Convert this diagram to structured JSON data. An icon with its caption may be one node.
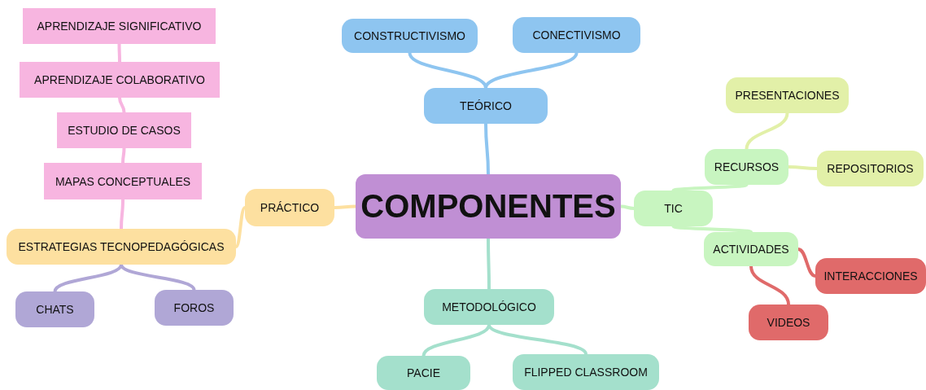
{
  "diagram": {
    "nodes": [
      {
        "text": [
          "COMPONENTES"
        ]
      },
      {
        "text": [
          "TEÓRICO"
        ]
      },
      {
        "text": [
          "CONSTRUCTIVISMO"
        ]
      },
      {
        "text": [
          "CONECTIVISMO"
        ]
      },
      {
        "text": [
          "PRÁCTICO"
        ]
      },
      {
        "text": [
          "ESTRATEGIAS TECNOPEDAGÓGICAS"
        ]
      },
      {
        "text": [
          "APRENDIZAJE SIGNIFICATIVO"
        ]
      },
      {
        "text": [
          "APRENDIZAJE COLABORATIVO"
        ]
      },
      {
        "text": [
          "ESTUDIO DE CASOS"
        ]
      },
      {
        "text": [
          "MAPAS CONCEPTUALES"
        ]
      },
      {
        "text": [
          "CHATS"
        ]
      },
      {
        "text": [
          "FOROS"
        ]
      },
      {
        "text": [
          "TIC"
        ]
      },
      {
        "text": [
          "RECURSOS"
        ]
      },
      {
        "text": [
          "PRESENTACIONES"
        ]
      },
      {
        "text": [
          "REPOSITORIOS"
        ]
      },
      {
        "text": [
          "ACTIVIDADES"
        ]
      },
      {
        "text": [
          "INTERACCIONES"
        ]
      },
      {
        "text": [
          "VIDEOS"
        ]
      },
      {
        "text": [
          "METODOLÓGICO"
        ]
      },
      {
        "text": [
          "PACIE"
        ]
      },
      {
        "text": [
          "FLIPPED CLASSROOM"
        ]
      }
    ],
    "edges": [
      {
        "from": 0,
        "to": 1,
        "arrow": "none",
        "color": "#8ec5f0"
      },
      {
        "from": 1,
        "to": 2,
        "arrow": "none",
        "color": "#8ec5f0"
      },
      {
        "from": 1,
        "to": 3,
        "arrow": "none",
        "color": "#8ec5f0"
      },
      {
        "from": 0,
        "to": 4,
        "arrow": "none",
        "color": "#fde0a0"
      },
      {
        "from": 4,
        "to": 5,
        "arrow": "none",
        "color": "#fde0a0"
      },
      {
        "from": 5,
        "to": 9,
        "arrow": "none",
        "color": "#f7b5e0"
      },
      {
        "from": 9,
        "to": 8,
        "arrow": "none",
        "color": "#f7b5e0"
      },
      {
        "from": 8,
        "to": 7,
        "arrow": "none",
        "color": "#f7b5e0"
      },
      {
        "from": 7,
        "to": 6,
        "arrow": "none",
        "color": "#f7b5e0"
      },
      {
        "from": 5,
        "to": 10,
        "arrow": "none",
        "color": "#b0a7d6"
      },
      {
        "from": 5,
        "to": 11,
        "arrow": "none",
        "color": "#b0a7d6"
      },
      {
        "from": 0,
        "to": 12,
        "arrow": "none",
        "color": "#c8f5c0"
      },
      {
        "from": 12,
        "to": 13,
        "arrow": "none",
        "color": "#c8f5c0"
      },
      {
        "from": 13,
        "to": 14,
        "arrow": "none",
        "color": "#e2f0a8"
      },
      {
        "from": 13,
        "to": 15,
        "arrow": "none",
        "color": "#e2f0a8"
      },
      {
        "from": 12,
        "to": 16,
        "arrow": "none",
        "color": "#c8f5c0"
      },
      {
        "from": 16,
        "to": 17,
        "arrow": "none",
        "color": "#e06a6a"
      },
      {
        "from": 16,
        "to": 18,
        "arrow": "none",
        "color": "#e06a6a"
      },
      {
        "from": 0,
        "to": 19,
        "arrow": "none",
        "color": "#a4e0cc"
      },
      {
        "from": 19,
        "to": 20,
        "arrow": "none",
        "color": "#a4e0cc"
      },
      {
        "from": 19,
        "to": 21,
        "arrow": "none",
        "color": "#a4e0cc"
      }
    ]
  }
}
